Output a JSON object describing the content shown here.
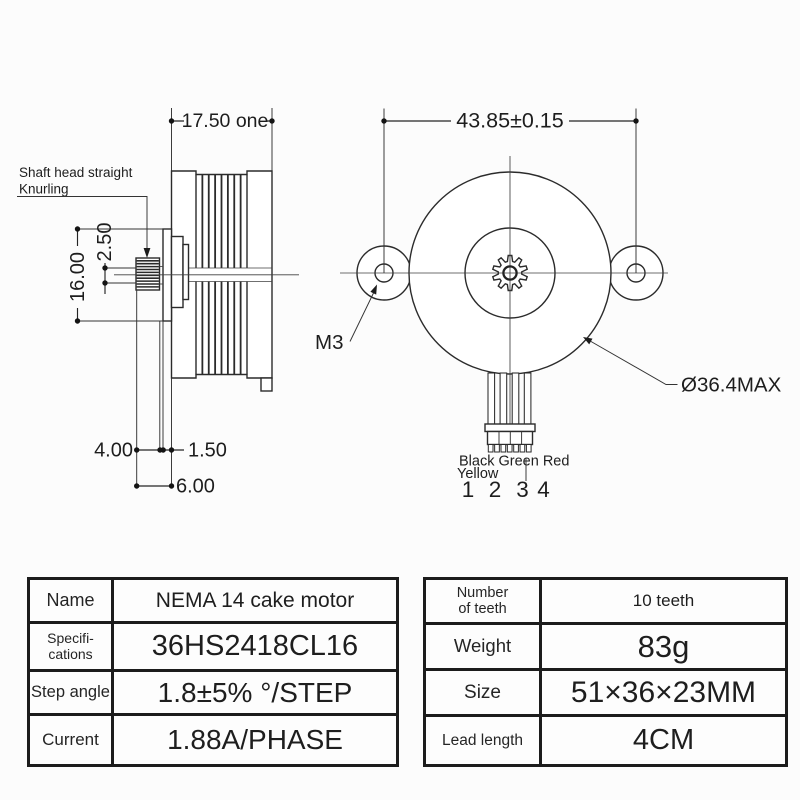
{
  "side_view": {
    "shaft_note_line1": "Shaft head straight",
    "shaft_note_line2": "Knurling",
    "dim_length": "17.50 one",
    "dim_flange": "16.00",
    "dim_shaft": "2.50",
    "dim_knurl_len": "4.00",
    "dim_boss_len": "1.50",
    "dim_shaft_len": "6.00"
  },
  "front_view": {
    "dim_hole_spacing": "43.85±0.15",
    "screw_label": "M3",
    "diameter_label": "Ø36.4MAX",
    "wire_colors_line1": "Black Green Red",
    "wire_colors_line2": "Yellow",
    "pin_labels": [
      "1",
      "2",
      "3",
      "4"
    ]
  },
  "spec_table_left": {
    "rows": [
      {
        "label": "Name",
        "label2": "",
        "value": "NEMA 14 cake motor"
      },
      {
        "label": "Specifi-",
        "label2": "cations",
        "value": "36HS2418CL16"
      },
      {
        "label": "Step angle",
        "label2": "",
        "value": "1.8±5% °/STEP"
      },
      {
        "label": "Current",
        "label2": "",
        "value": "1.88A/PHASE"
      }
    ]
  },
  "spec_table_right": {
    "rows": [
      {
        "label": "Number",
        "label2": "of teeth",
        "value": "10 teeth"
      },
      {
        "label": "Weight",
        "label2": "",
        "value": "83g"
      },
      {
        "label": "Size",
        "label2": "",
        "value": "51×36×23MM"
      },
      {
        "label": "Lead length",
        "label2": "",
        "value": "4CM"
      }
    ]
  },
  "colors": {
    "line": "#2b2b2b",
    "table_border": "#1c1c1c",
    "background": "#fcfcfc"
  }
}
